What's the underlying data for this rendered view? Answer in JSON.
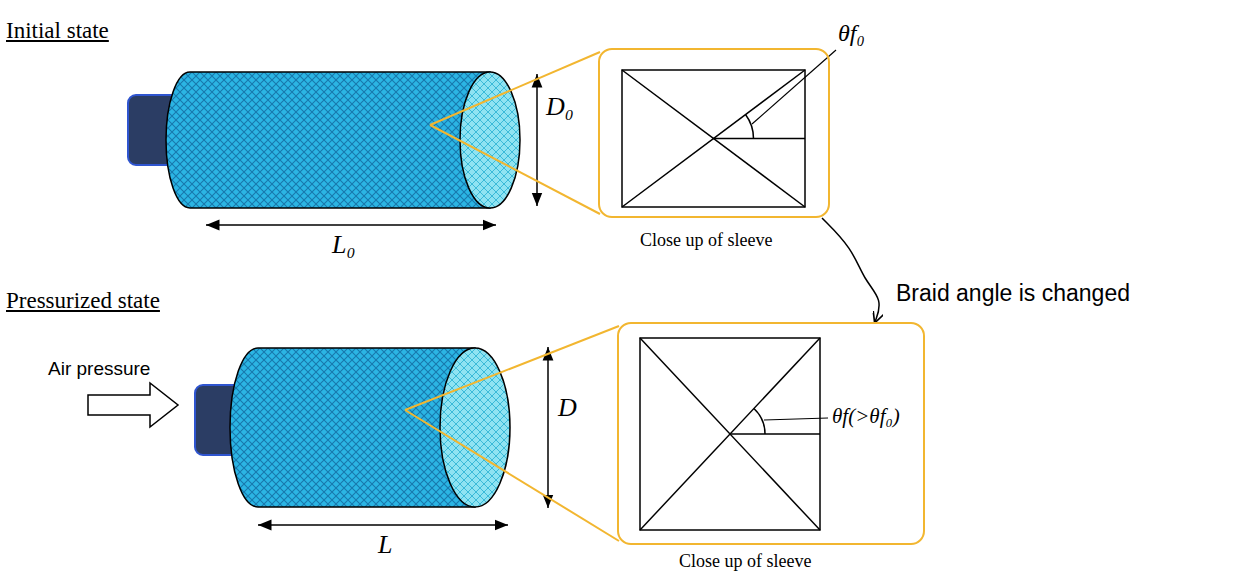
{
  "diagram": {
    "nodes": [
      {
        "text": [
          "θf₀",
          "Close up of sleeve"
        ]
      },
      {
        "text": [
          "θf(>θf₀)",
          "Close up of sleeve"
        ]
      }
    ],
    "edges": [
      {
        "from": 0,
        "to": 1,
        "arrow": "to",
        "label": "Braid angle is changed"
      }
    ],
    "labels": [
      "Initial state",
      "D₀",
      "L₀",
      "Pressurized state",
      "Air pressure",
      "D",
      "L"
    ]
  }
}
